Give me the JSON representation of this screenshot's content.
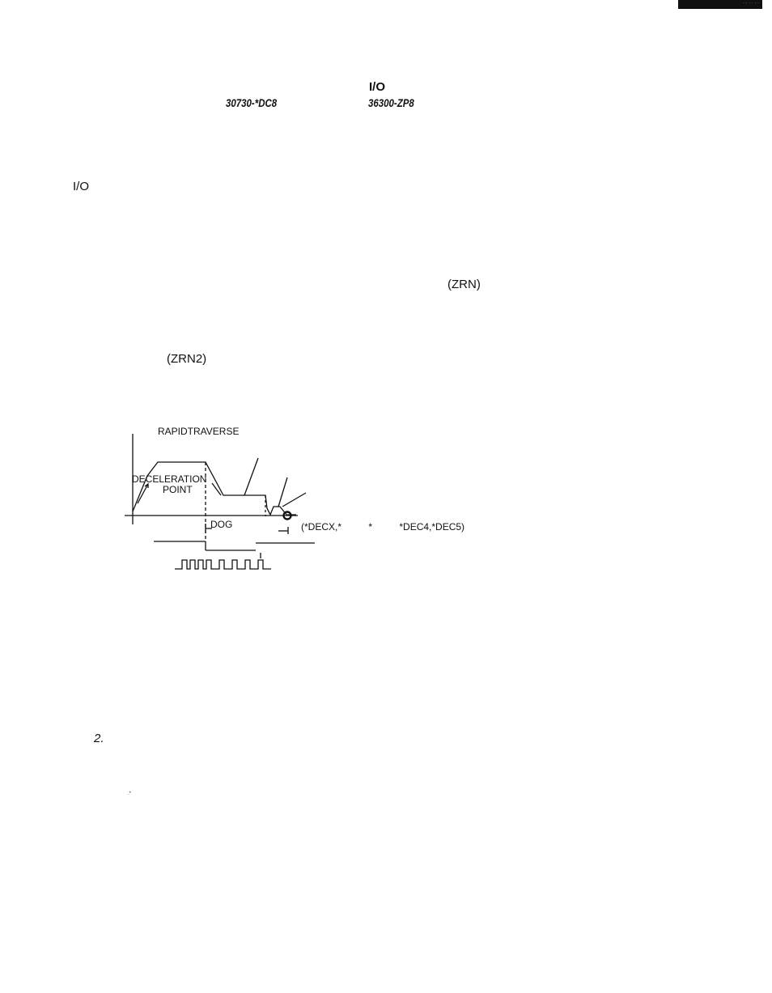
{
  "header": {
    "io": "I/O",
    "part_number_1": "30730-*DC8",
    "part_number_2": "36300-ZP8"
  },
  "body": {
    "io_label": "I/O",
    "zrn_label": "(ZRN)",
    "zrn2_label": "(ZRN2)",
    "item_number": "2.",
    "speck": ".*"
  },
  "diagram": {
    "rapid_traverse": "RAPIDTRAVERSE",
    "deceleration": "DECELERATION",
    "point": "POINT",
    "dog": "DOG",
    "signals": "(*DECX,*          *          *DEC4,*DEC5)"
  },
  "colors": {
    "ink": "#111111",
    "background": "#ffffff"
  }
}
